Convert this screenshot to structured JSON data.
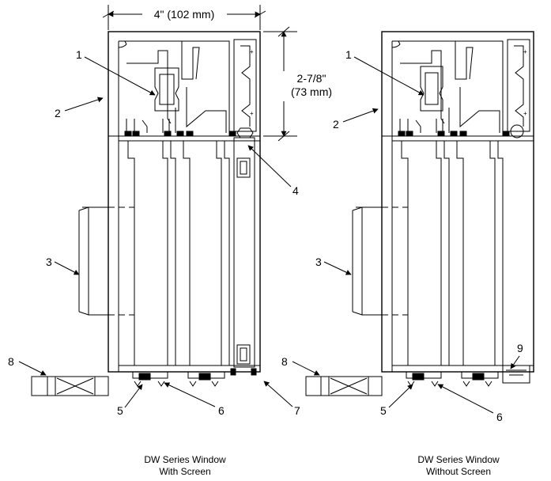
{
  "dimensions": {
    "width_label": "4\" (102 mm)",
    "height_label_line1": "2-7/8\"",
    "height_label_line2": "(73 mm)"
  },
  "left_callouts": [
    "1",
    "2",
    "3",
    "4",
    "5",
    "6",
    "7",
    "8"
  ],
  "right_callouts": [
    "1",
    "2",
    "3",
    "5",
    "6",
    "8",
    "9"
  ],
  "captions": {
    "left_line1": "DW Series Window",
    "left_line2": "With Screen",
    "right_line1": "DW Series Window",
    "right_line2": "Without Screen"
  }
}
